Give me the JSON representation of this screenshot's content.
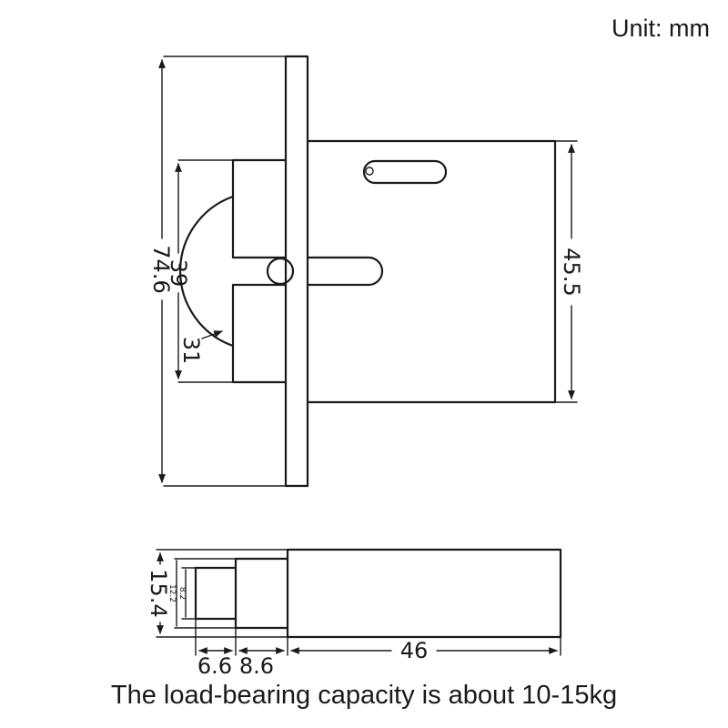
{
  "unit_label": "Unit: mm",
  "caption": "The load-bearing capacity is about 10-15kg",
  "top_view": {
    "dim_total_height": "74.6",
    "dim_inner_height": "39",
    "dim_radius": "31",
    "dim_right_height": "45.5"
  },
  "side_view": {
    "dim_height": "15.4",
    "dim_inner_1": "12.2",
    "dim_inner_2": "8.2",
    "dim_width_1": "6.6",
    "dim_width_2": "8.6",
    "dim_length": "46"
  }
}
